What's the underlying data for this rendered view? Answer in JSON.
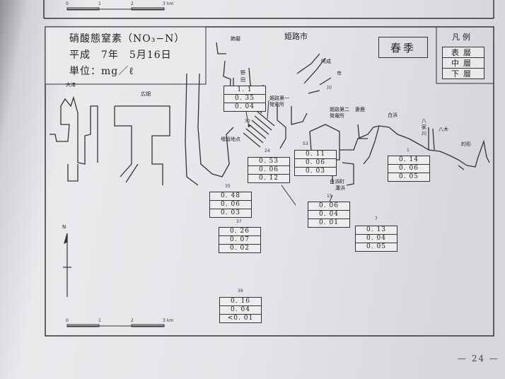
{
  "title": {
    "line1": "硝酸態窒素（NO₃−N）",
    "line2": "平成　7年　5月16日",
    "line3": "単位：mg／ℓ"
  },
  "season": "春季",
  "legend": {
    "title": "凡例",
    "items": [
      "表層",
      "中層",
      "下層"
    ]
  },
  "place_labels": {
    "shikama": "飾磨",
    "himeji_city": "姫路市",
    "ako": "阿成",
    "ichikawa": "市",
    "kawa": "川",
    "otsu": "大津",
    "hirohata": "広畑",
    "noda": "野",
    "noda2": "田",
    "plant1_a": "姫路第一",
    "plant1_b": "発電所",
    "plant2_a": "姫路第二",
    "plant2_b": "発電所",
    "oura": "妻鹿",
    "shirahama": "白浜",
    "yaie_a": "八",
    "yaie_b": "家",
    "yaie_c": "川",
    "yagi": "八木",
    "matogata": "的形",
    "zosetsu": "増設地点",
    "shirahama_cho": "白浜町",
    "shirahama_cho2": "灘浜"
  },
  "north_label": "N",
  "scale": {
    "ticks": [
      "0",
      "1",
      "2",
      "3"
    ],
    "unit": "km"
  },
  "stations": [
    {
      "no": "",
      "values": [
        "1.  1",
        "0.  35",
        "0.  04"
      ]
    },
    {
      "no": "24",
      "values": [
        "0.  53",
        "0.  06",
        "0.  12"
      ]
    },
    {
      "no": "53",
      "values": [
        "0.  11",
        "0.  06",
        "0.  03"
      ]
    },
    {
      "no": "1",
      "values": [
        "0.  14",
        "0.  06",
        "0.  05"
      ]
    },
    {
      "no": "35",
      "values": [
        "0.  48",
        "0.  06",
        "0.  03"
      ]
    },
    {
      "no": "15",
      "values": [
        "0.  06",
        "0.  04",
        "0.  01"
      ]
    },
    {
      "no": "37",
      "values": [
        "0.  26",
        "0.  07",
        "0.  02"
      ]
    },
    {
      "no": "7",
      "values": [
        "0.  13",
        "0.  04",
        "0.  05"
      ]
    },
    {
      "no": "39",
      "values": [
        "0.  16",
        "0.  04",
        "<0.  01"
      ]
    }
  ],
  "station_30_label": "30",
  "page_number": "— 24 —"
}
